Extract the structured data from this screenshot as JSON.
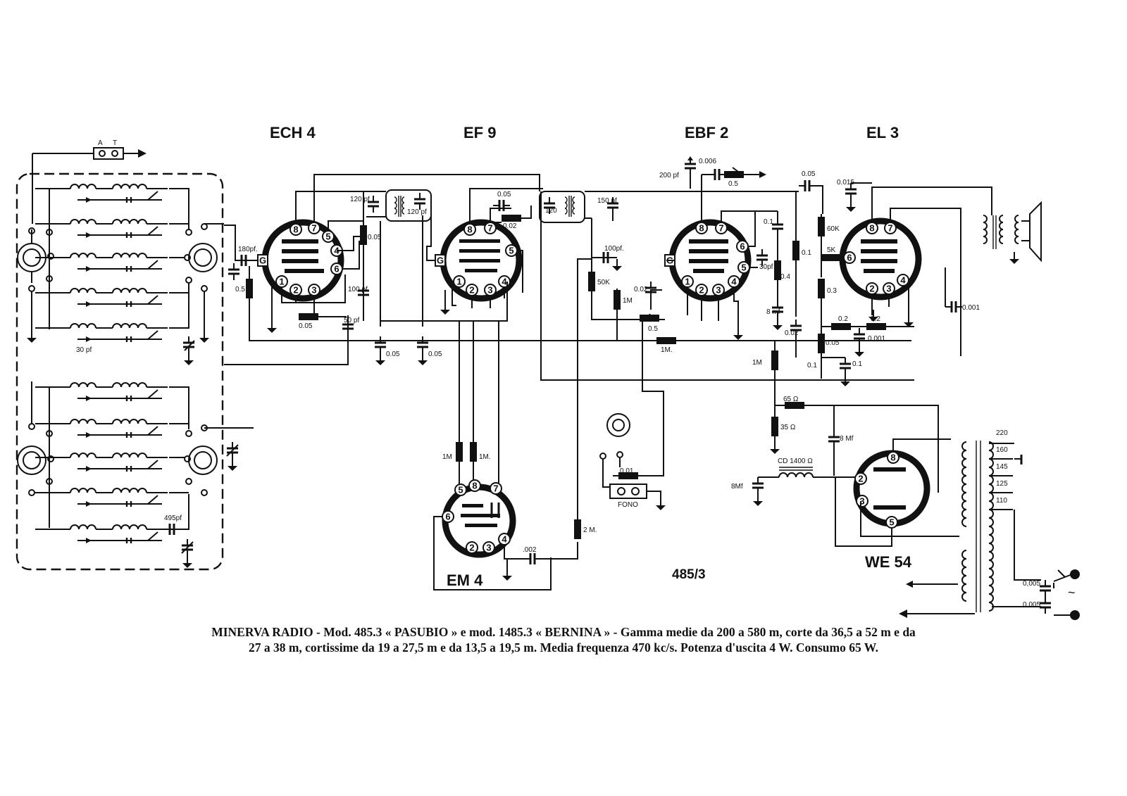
{
  "tubes": {
    "ech4": "ECH 4",
    "ef9": "EF 9",
    "ebf2": "EBF 2",
    "el3": "EL 3",
    "em4": "EM 4",
    "we54": "WE 54"
  },
  "model_code": "485/3",
  "antenna": {
    "a": "A",
    "t": "T"
  },
  "phono_label": "FONO",
  "mains_taps": [
    "220",
    "160",
    "145",
    "125",
    "110"
  ],
  "mains_symbol": "~",
  "components": {
    "c180pf": "180pf.",
    "r05_ech": "0.5",
    "c005_ech": "0.05",
    "c120pf_a": "120 pf",
    "c120pf_b": "120 pf",
    "r005_ech": "0.05",
    "c100pf_ech": "100 pf",
    "c50pf": "50 pf",
    "c005_a": "0.05",
    "c005_b": "0.05",
    "c30pf_osc": "30 pf",
    "c495pf": "495pf",
    "c005_ef9": "0.05",
    "r002_ef9": "0.02",
    "c120_if2": "120",
    "c150pf": "150 pf",
    "c100pf_det": "100pf.",
    "r50k": "50K",
    "r1m_det": "1M",
    "c002_det": "0.02",
    "pot05": "0.5",
    "r1m_agc": "1M.",
    "c200pf": "200 pf",
    "c0006": "0.006",
    "pot05_tone": "0.5",
    "c01_ebf": "0.1",
    "c30pf_ebf": "30pf",
    "r01": "0.1",
    "r04": "0.4",
    "c8mf_ebf": "8 mf",
    "c002_ebf": "0.02",
    "r1m_ebf": "1M",
    "c005_top": "0.05",
    "c0015": "0.015",
    "r60k": "60K",
    "r5k": "5K",
    "r03": "0.3",
    "c0001_out": "0.001",
    "r02_a": "0.2",
    "r02_b": "0.2",
    "c0001_el3": "0.001",
    "r005_el3": "0.05",
    "r01_el3": "0.1",
    "c01_el3": "0.1",
    "r65": "65 Ω",
    "r35": "35 Ω",
    "c8mf_filter": "8 Mf",
    "c8mf_in": "8Mf",
    "choke": "CD 1400 Ω",
    "r1m_em4_a": "1M",
    "r1m_em4_b": "1M.",
    "c002_em4": ".002",
    "r2m": "2 M.",
    "c001_fono": "0.01",
    "c0005_a": "0,005",
    "c0005_b": "0,005"
  },
  "caption": {
    "line1": "MINERVA RADIO - Mod. 485.3 « PASUBIO » e mod. 1485.3 « BERNINA » - Gamma medie da 200 a 580 m, corte da 36,5 a 52 m e da",
    "line2": "27 a 38 m, cortissime da 19 a 27,5 m e da 13,5 a 19,5 m. Media frequenza 470 kc/s. Potenza d'uscita 4 W. Consumo 65 W."
  }
}
